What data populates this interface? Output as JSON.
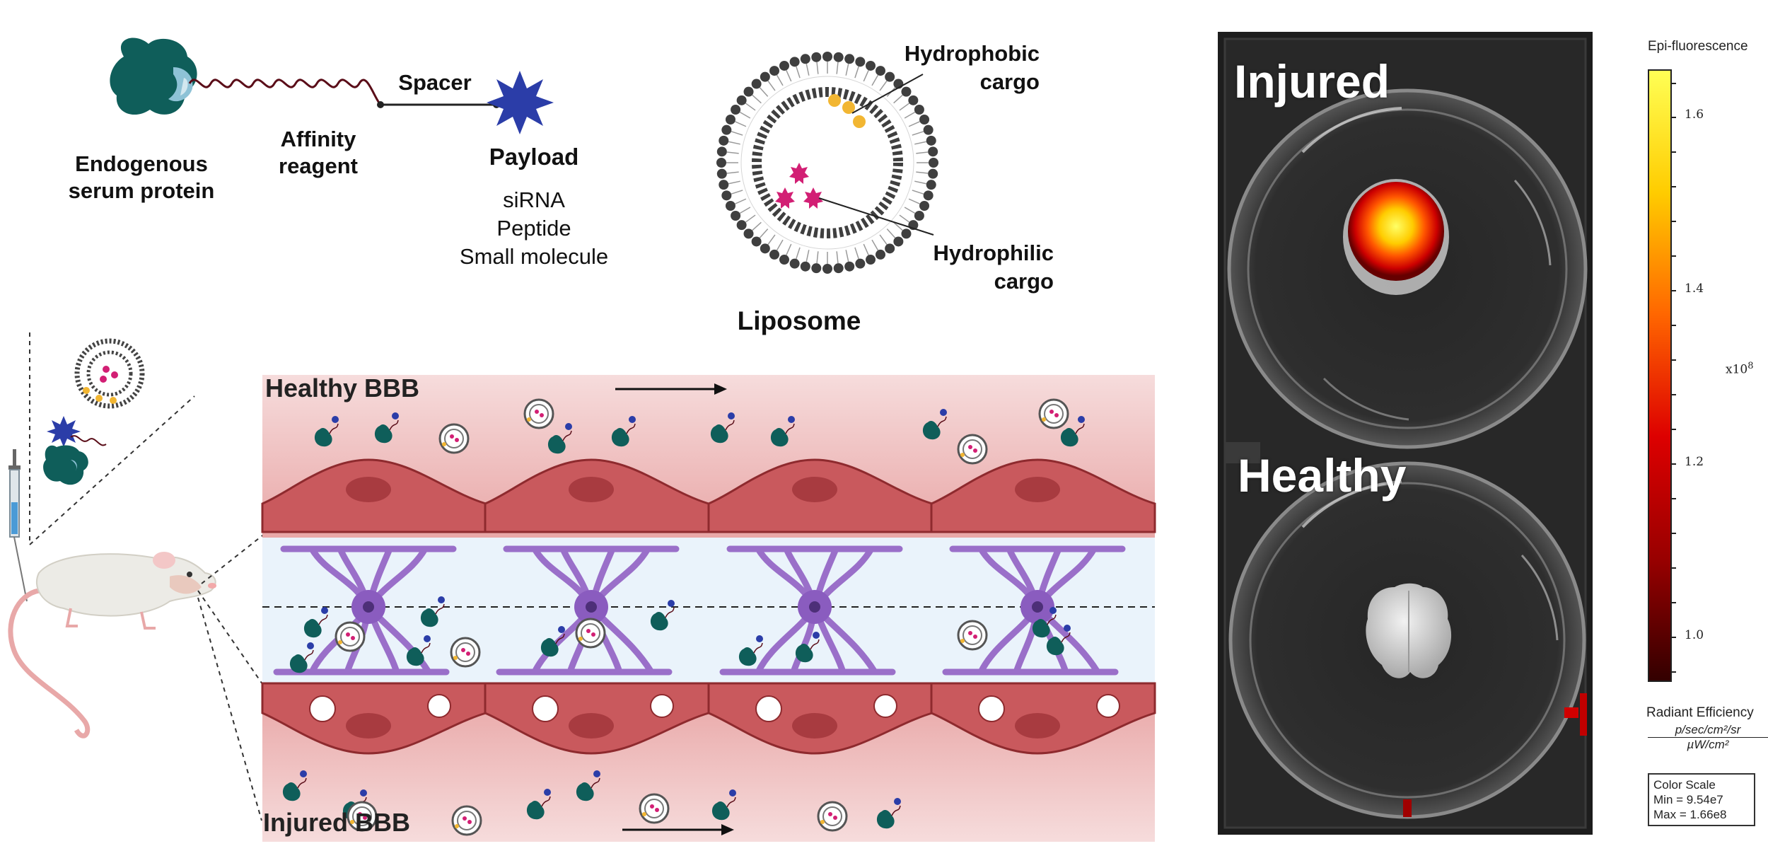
{
  "conjugate": {
    "protein_label": "Endogenous\nserum protein",
    "affinity_label": "Affinity\nreagent",
    "spacer_label": "Spacer",
    "payload_label": "Payload",
    "payload_types": [
      "siRNA",
      "Peptide",
      "Small molecule"
    ]
  },
  "liposome": {
    "title": "Liposome",
    "hydrophobic_label": "Hydrophobic\ncargo",
    "hydrophilic_label": "Hydrophilic\ncargo"
  },
  "bbb": {
    "healthy_label": "Healthy BBB",
    "injured_label": "Injured BBB"
  },
  "imaging": {
    "injured_label": "Injured",
    "healthy_label": "Healthy"
  },
  "colorbar": {
    "title": "Epi-fluorescence",
    "ticks": [
      "1.6",
      "1.4",
      "1.2",
      "1.0"
    ],
    "exponent": "x10",
    "exponent_power": "8",
    "unit_title": "Radiant Efficiency",
    "unit_numerator": "p/sec/cm²/sr",
    "unit_denominator": "µW/cm²",
    "colors": [
      "#ffff55",
      "#ffcc00",
      "#ff6600",
      "#dd0000",
      "#990000",
      "#330000"
    ]
  },
  "color_scale": {
    "title": "Color Scale",
    "min": "Min = 9.54e7",
    "max": "Max = 1.66e8"
  }
}
